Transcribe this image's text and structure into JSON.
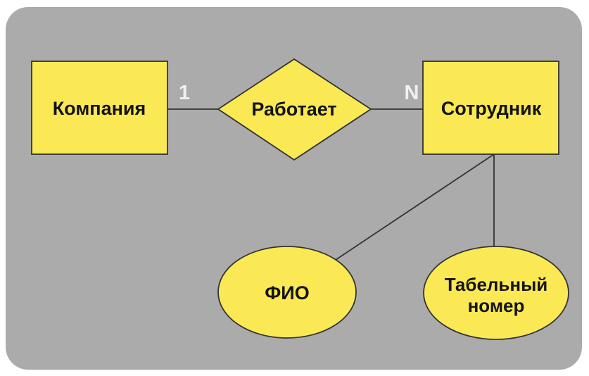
{
  "colors": {
    "page_background": "#ffffff",
    "canvas_background": "#ababab",
    "shape_fill": "#fae954",
    "shape_stroke": "#333333",
    "connector": "#333333",
    "label_text": "#141414",
    "cardinality_text": "#f0f0f0"
  },
  "diagram": {
    "type": "entity-relationship",
    "entities": [
      {
        "label": "Компания",
        "shape": "rectangle"
      },
      {
        "label": "Сотрудник",
        "shape": "rectangle"
      }
    ],
    "relationship": {
      "label": "Работает",
      "shape": "diamond",
      "cardinality_left": "1",
      "cardinality_right": "N"
    },
    "attributes": [
      {
        "label": "ФИО",
        "shape": "ellipse",
        "attached_to": "Сотрудник"
      },
      {
        "label_line1": "Табельный",
        "label_line2": "номер",
        "shape": "ellipse",
        "attached_to": "Сотрудник"
      }
    ]
  }
}
